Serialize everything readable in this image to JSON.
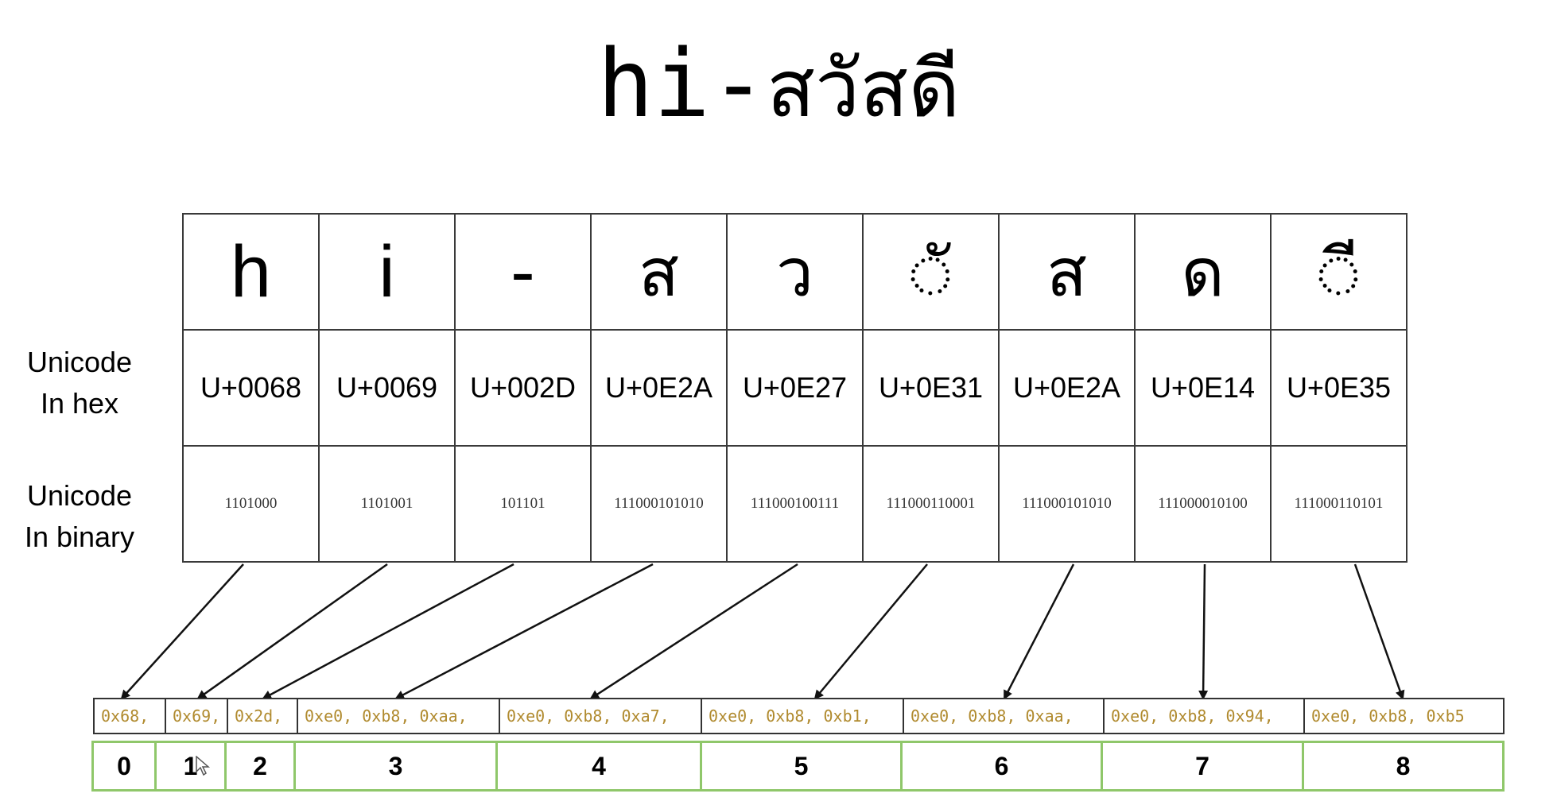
{
  "title": {
    "latin": "hi-",
    "thai": "สวัสดี"
  },
  "row_labels": {
    "hex_line1": "Unicode",
    "hex_line2": "In hex",
    "bin_line1": "Unicode",
    "bin_line2": "In binary"
  },
  "characters": [
    {
      "char": "h",
      "hex": "U+0068",
      "binary": "1101000"
    },
    {
      "char": "i",
      "hex": "U+0069",
      "binary": "1101001"
    },
    {
      "char": "-",
      "hex": "U+002D",
      "binary": "101101"
    },
    {
      "char": "ส",
      "hex": "U+0E2A",
      "binary": "111000101010"
    },
    {
      "char": "ว",
      "hex": "U+0E27",
      "binary": "111000100111"
    },
    {
      "char": "◌ั",
      "hex": "U+0E31",
      "binary": "111000110001"
    },
    {
      "char": "ส",
      "hex": "U+0E2A",
      "binary": "111000101010"
    },
    {
      "char": "ด",
      "hex": "U+0E14",
      "binary": "111000010100"
    },
    {
      "char": "◌ี",
      "hex": "U+0E35",
      "binary": "111000110101"
    }
  ],
  "utf8_bytes": [
    "0x68,",
    "0x69,",
    "0x2d,",
    "0xe0, 0xb8, 0xaa,",
    "0xe0, 0xb8, 0xa7,",
    "0xe0, 0xb8, 0xb1,",
    "0xe0, 0xb8, 0xaa,",
    "0xe0, 0xb8, 0x94,",
    "0xe0, 0xb8, 0xb5"
  ],
  "indices": [
    "0",
    "1",
    "2",
    "3",
    "4",
    "5",
    "6",
    "7",
    "8"
  ],
  "colors": {
    "byte_text": "#b08a2e",
    "index_border": "#8fc76a",
    "grid_border": "#3a3a3a"
  }
}
